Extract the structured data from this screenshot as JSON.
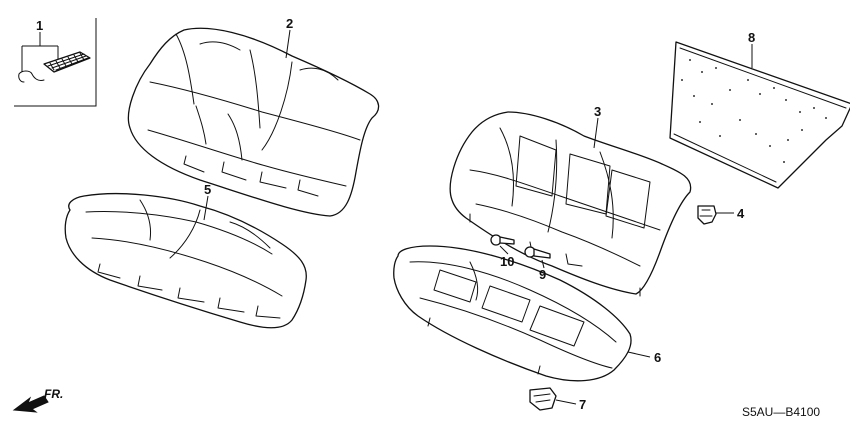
{
  "callouts": {
    "c1": "1",
    "c2": "2",
    "c3": "3",
    "c4": "4",
    "c5": "5",
    "c6": "6",
    "c7": "7",
    "c8": "8",
    "c9": "9",
    "c10": "10"
  },
  "direction_label": "FR.",
  "diagram_code": "S5AU—B4100"
}
